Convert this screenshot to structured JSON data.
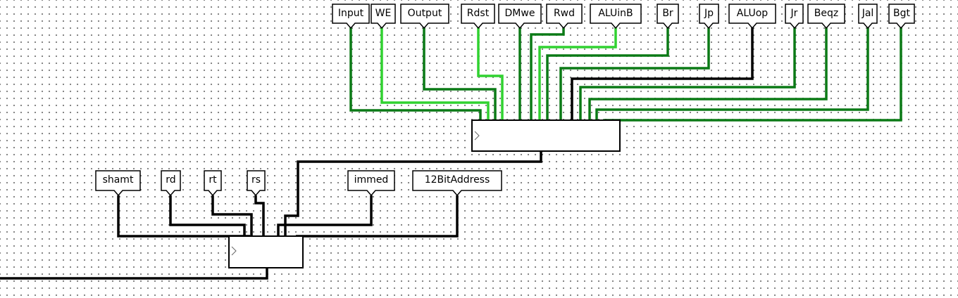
{
  "colors": {
    "wire_default": "#000000",
    "wire_dark_green": "#0b7a16",
    "wire_light_green": "#30d230",
    "background": "#ffffff",
    "grid_dot": "#7a7a7a"
  },
  "splitters": {
    "control": {
      "name": "control-splitter"
    },
    "instruction": {
      "name": "instruction-splitter"
    }
  },
  "control_pins": [
    {
      "label": "Input",
      "wire": "dark-green"
    },
    {
      "label": "WE",
      "wire": "light-green"
    },
    {
      "label": "Output",
      "wire": "dark-green"
    },
    {
      "label": "Rdst",
      "wire": "light-green"
    },
    {
      "label": "DMwe",
      "wire": "dark-green"
    },
    {
      "label": "Rwd",
      "wire": "dark-green"
    },
    {
      "label": "ALUinB",
      "wire": "light-green"
    },
    {
      "label": "Br",
      "wire": "dark-green"
    },
    {
      "label": "Jp",
      "wire": "dark-green"
    },
    {
      "label": "ALUop",
      "wire": "black"
    },
    {
      "label": "Jr",
      "wire": "dark-green"
    },
    {
      "label": "Beqz",
      "wire": "dark-green"
    },
    {
      "label": "Jal",
      "wire": "dark-green"
    },
    {
      "label": "Bgt",
      "wire": "dark-green"
    }
  ],
  "field_pins": [
    {
      "label": "shamt"
    },
    {
      "label": "rd"
    },
    {
      "label": "rt"
    },
    {
      "label": "rs"
    },
    {
      "label": "immed"
    },
    {
      "label": "12BitAddress"
    }
  ]
}
